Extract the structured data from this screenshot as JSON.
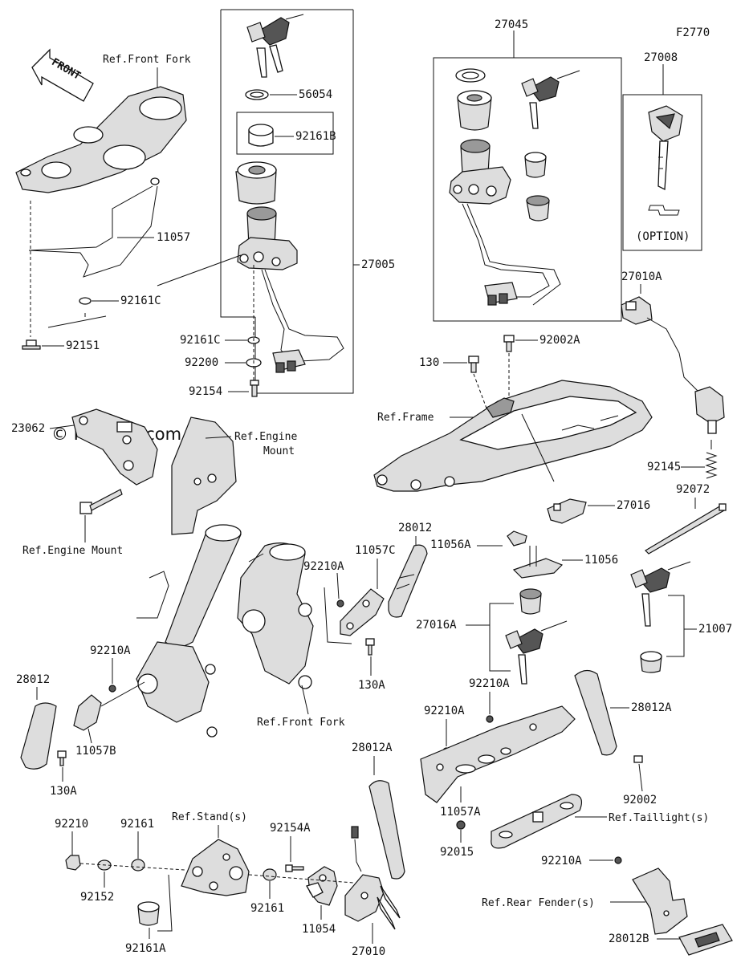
{
  "figure_code": "F2770",
  "watermark": "© Partzilla.com",
  "front_arrow_label": "FRONT",
  "option_label": "(OPTION)",
  "ref_labels": {
    "front_fork_top": "Ref.Front Fork",
    "engine_mount_upper_line1": "Ref.Engine",
    "engine_mount_upper_line2": "Mount",
    "engine_mount_lower": "Ref.Engine Mount",
    "frame": "Ref.Frame",
    "front_fork_bottom": "Ref.Front Fork",
    "stands": "Ref.Stand(s)",
    "taillights": "Ref.Taillight(s)",
    "rear_fenders": "Ref.Rear Fender(s)"
  },
  "part_numbers": {
    "p56054": "56054",
    "p92161B": "92161B",
    "p27005": "27005",
    "p11057": "11057",
    "p92161C_left": "92161C",
    "p92151": "92151",
    "p92161C_mid": "92161C",
    "p92200": "92200",
    "p92154": "92154",
    "p27045": "27045",
    "p27008": "27008",
    "p27010A": "27010A",
    "p92002A": "92002A",
    "p130_top": "130",
    "p23062": "23062",
    "p92145": "92145",
    "p92072": "92072",
    "p27016": "27016",
    "p28012_top": "28012",
    "p92210A_mid": "92210A",
    "p11057C": "11057C",
    "p11056A": "11056A",
    "p11056": "11056",
    "p27016A": "27016A",
    "p21007": "21007",
    "p130A_mid": "130A",
    "p92210A_left": "92210A",
    "p28012_left": "28012",
    "p11057B": "11057B",
    "p130A_left": "130A",
    "p92210A_right1": "92210A",
    "p92210A_right2": "92210A",
    "p28012A_right": "28012A",
    "p28012A_mid": "28012A",
    "p92002": "92002",
    "p11057A": "11057A",
    "p92015": "92015",
    "p92210A_bottom": "92210A",
    "p92210": "92210",
    "p92161_left": "92161",
    "p92154A": "92154A",
    "p92152": "92152",
    "p92161_bottom": "92161",
    "p11054": "11054",
    "p27010": "27010",
    "p92161A": "92161A",
    "p28012B": "28012B"
  }
}
